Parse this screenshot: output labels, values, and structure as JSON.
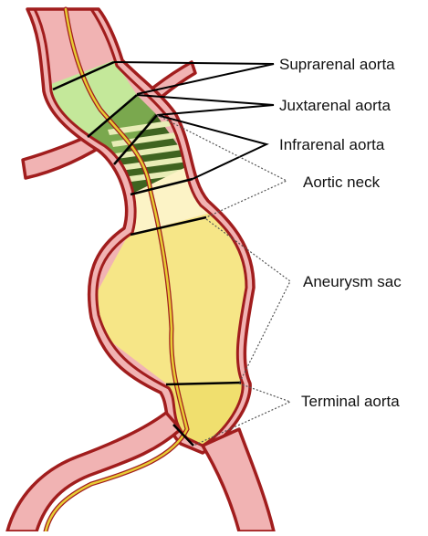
{
  "labels": {
    "suprarenal": "Suprarenal aorta",
    "juxtarenal": "Juxtarenal aorta",
    "infrarenal": "Infrarenal aorta",
    "neck": "Aortic neck",
    "sac": "Aneurysm sac",
    "terminal": "Terminal aorta"
  },
  "colors": {
    "vessel_outline": "#a11d1d",
    "vessel_fill": "#f1b3b3",
    "centerline": "#e7cc34",
    "suprarenal_fill": "#c4e89a",
    "juxtarenal_fill": "#7aa84e",
    "infrarenal_dark": "#3f6420",
    "infrarenal_light": "#e8edb6",
    "neck_fill": "#fcf3c6",
    "sac_fill": "#f6e687",
    "terminal_fill": "#f0df6e",
    "leader_line": "#000000",
    "dotted_leader": "#555555"
  }
}
